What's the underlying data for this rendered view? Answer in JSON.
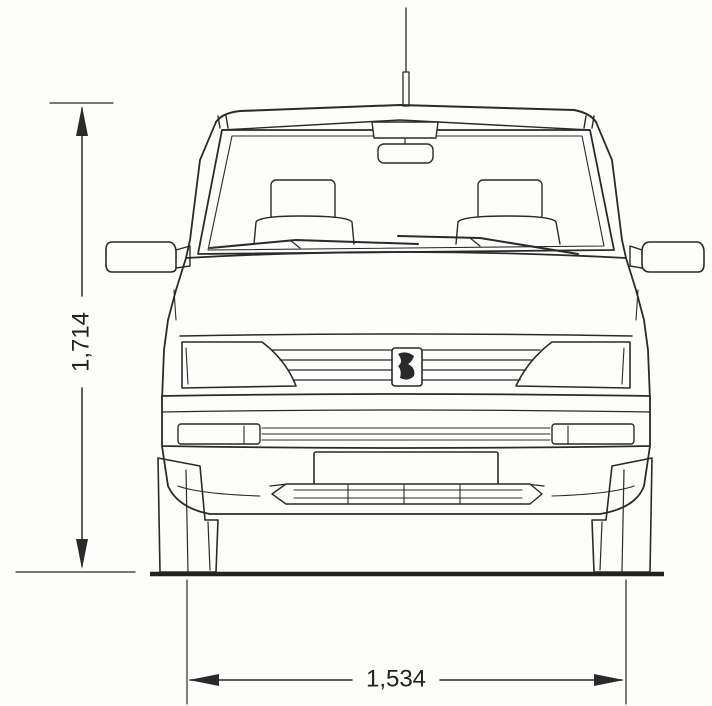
{
  "drawing": {
    "subject": "car-front-elevation",
    "line_color": "#2a2a2a",
    "background": "#fdfdfb"
  },
  "dimensions": {
    "height_label": "1,714",
    "width_label": "1,534"
  }
}
